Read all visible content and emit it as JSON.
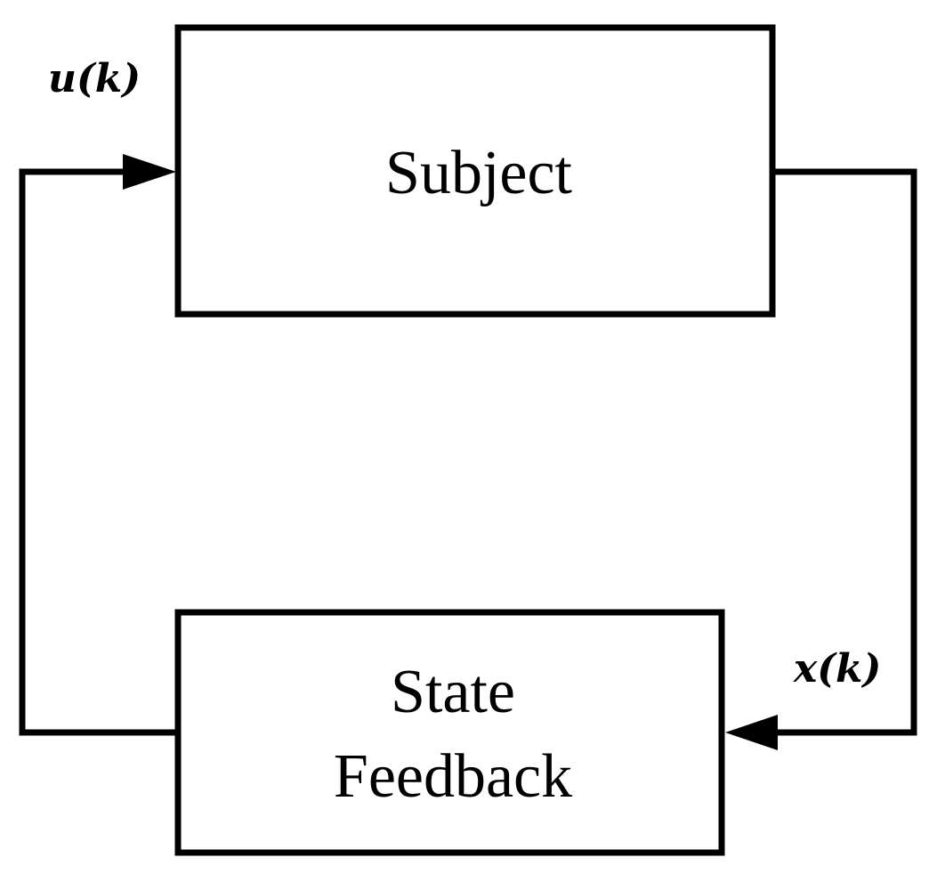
{
  "blocks": {
    "subject": {
      "label": "Subject"
    },
    "state_feedback": {
      "line1": "State",
      "line2": "Feedback"
    }
  },
  "signals": {
    "control_input": "u(k)",
    "state": "x(k)"
  },
  "colors": {
    "stroke": "#000000",
    "background": "#ffffff"
  }
}
